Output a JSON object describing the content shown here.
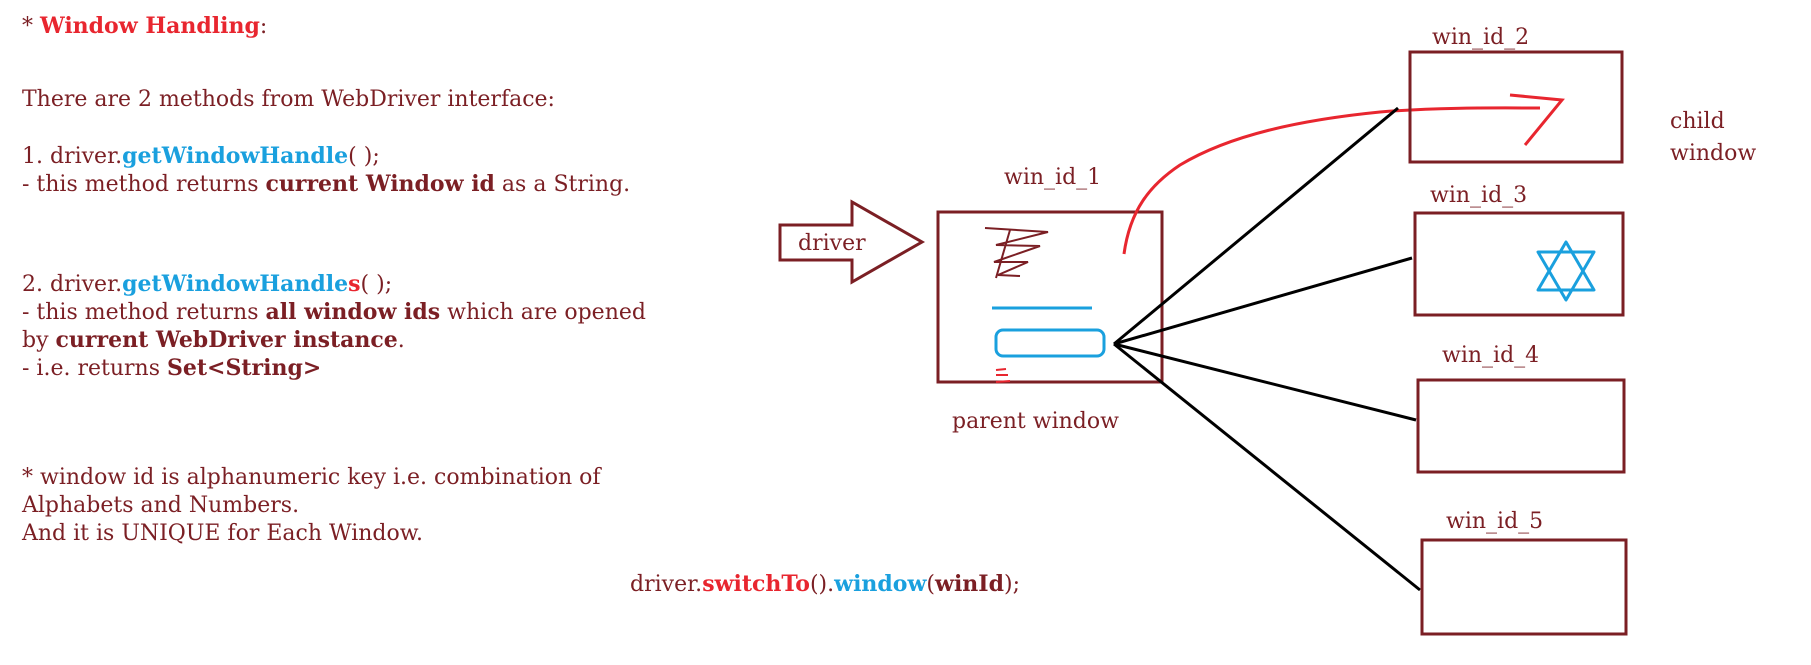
{
  "colors": {
    "text": "#7b1f24",
    "heading": "#e8262f",
    "method": "#1aa0de",
    "box_border": "#7b1f24",
    "arrow_red": "#e8262f",
    "lines": "#000000"
  },
  "notes": {
    "heading_prefix": "* ",
    "heading": "Window Handling",
    "heading_suffix": ":",
    "intro": "There are 2 methods from WebDriver interface:",
    "m1_prefix": "1.  driver.",
    "m1_name": "getWindowHandle",
    "m1_suffix": "( );",
    "m1_desc_pre": "- this method returns ",
    "m1_desc_bold": "current Window id",
    "m1_desc_post": " as a String.",
    "m2_prefix": "2.  driver.",
    "m2_name": "getWindowHandle",
    "m2_s": "s",
    "m2_suffix": "( );",
    "m2_desc1_pre": "- this method returns ",
    "m2_desc1_bold": "all window ids",
    "m2_desc1_post": " which are opened",
    "m2_desc2_pre": "by ",
    "m2_desc2_bold": "current WebDriver instance",
    "m2_desc2_post": ".",
    "m2_desc3_pre": "- i.e.  returns ",
    "m2_desc3_bold": "Set<String>",
    "note1": "* window id is alphanumeric key i.e. combination of",
    "note2": "Alphabets and Numbers.",
    "note3": "And it is UNIQUE for Each Window."
  },
  "switch_code": {
    "prefix": "driver.",
    "switch": "switchTo",
    "mid": "().",
    "window": "window",
    "open": "(",
    "arg": "winId",
    "close": ");"
  },
  "diagram": {
    "driver_label": "driver",
    "parent_id": "win_id_1",
    "parent_label": "parent window",
    "child_label_line1": "child",
    "child_label_line2": "window",
    "child_ids": [
      "win_id_2",
      "win_id_3",
      "win_id_4",
      "win_id_5"
    ]
  }
}
